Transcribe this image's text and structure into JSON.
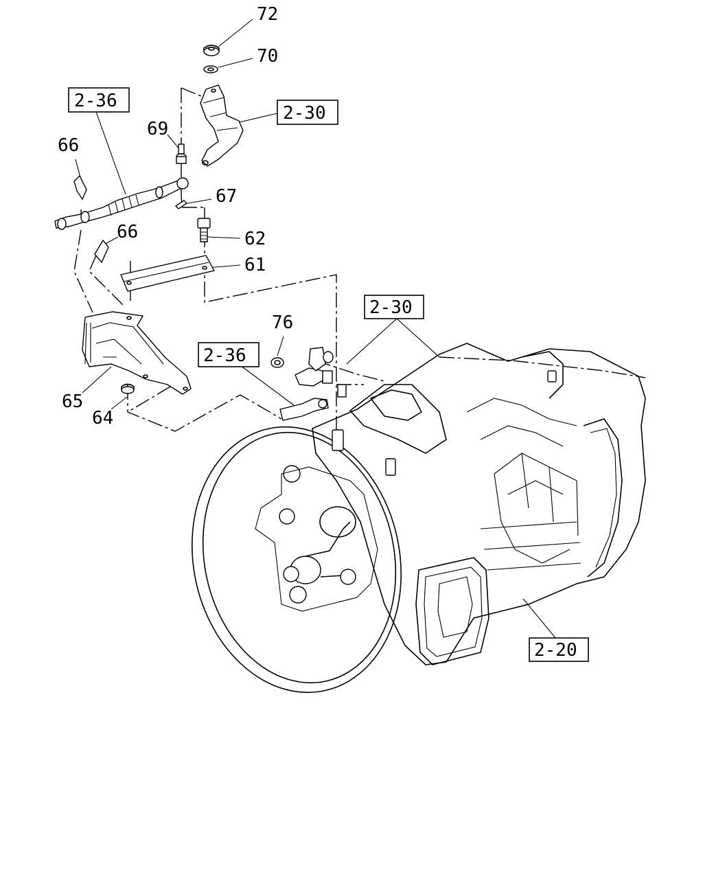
{
  "callouts": {
    "c72": "72",
    "c70": "70",
    "c69": "69",
    "c66a": "66",
    "c67": "67",
    "c66b": "66",
    "c62": "62",
    "c61": "61",
    "c76": "76",
    "c65": "65",
    "c64": "64"
  },
  "refs": {
    "r236a": "2-36",
    "r230a": "2-30",
    "r230b": "2-30",
    "r236b": "2-36",
    "r220": "2-20"
  }
}
